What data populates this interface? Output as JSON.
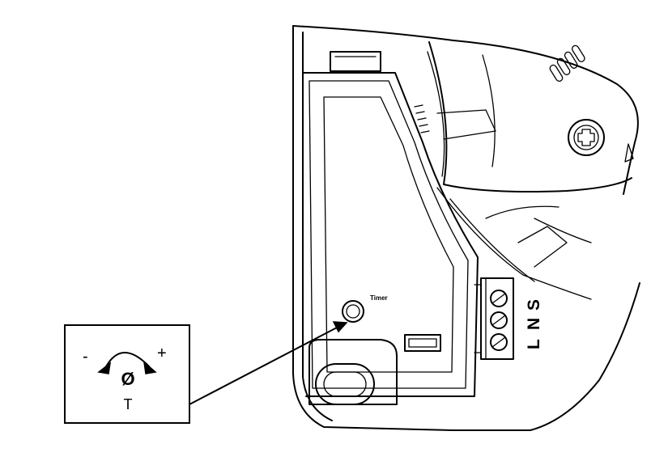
{
  "device": {
    "timer_label": "Timer",
    "terminals": [
      "L",
      "N",
      "S"
    ]
  },
  "callout": {
    "minus": "-",
    "plus": "+",
    "knob_symbol": "Ø",
    "letter": "T"
  }
}
